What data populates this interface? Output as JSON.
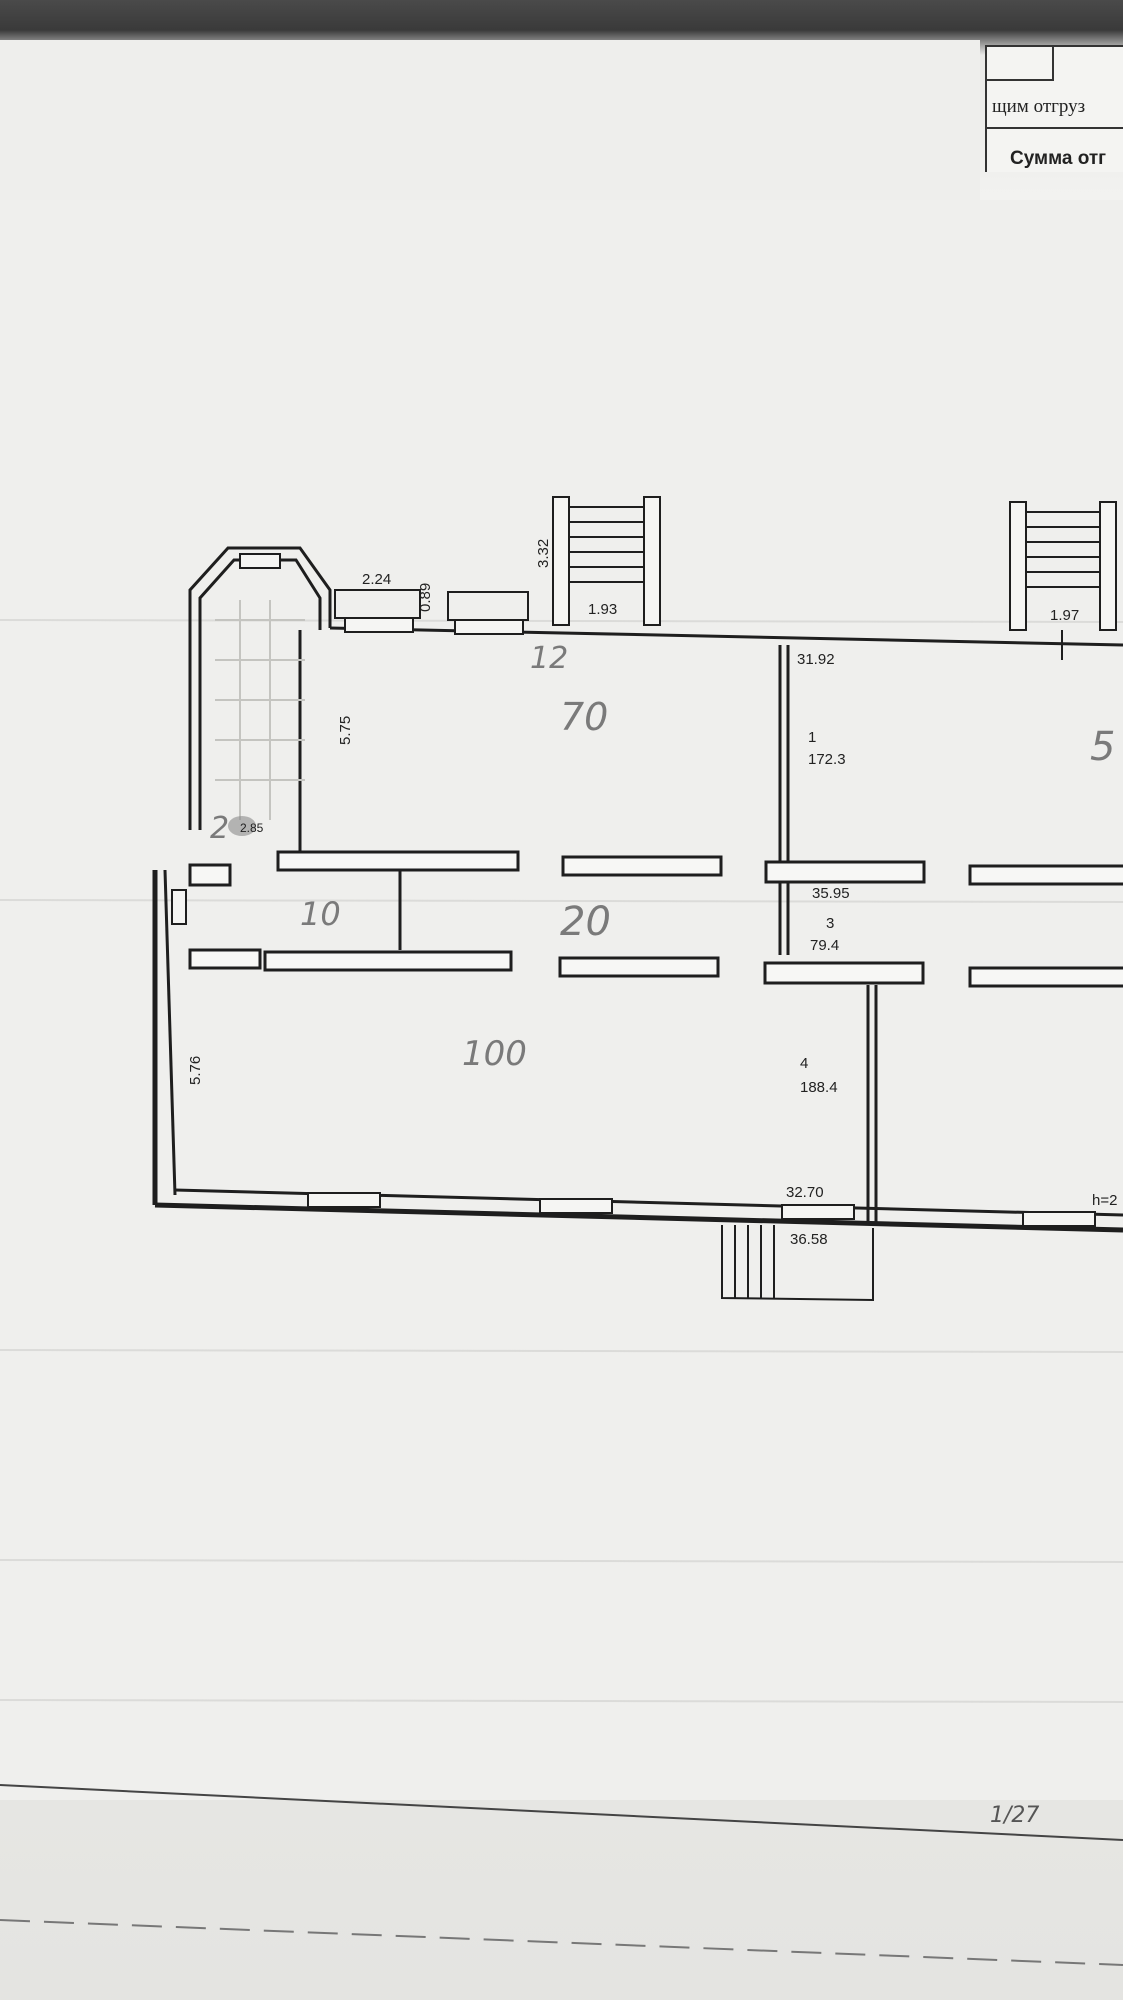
{
  "document": {
    "back_sheet": {
      "row1_text": "щим отгруз",
      "row2_text": "Сумма отг"
    },
    "plan": {
      "dimensions": {
        "porch_left_width": "2.24",
        "porch_gap": "0.89",
        "stair_left_height": "3.32",
        "stair_left_width": "1.93",
        "stair_right_width": "1.97",
        "north_wall_length": "31.92",
        "room2_height": "5.75",
        "room4_height": "5.76",
        "corridor_length": "35.95",
        "south_wall_inner": "32.70",
        "south_wall_outer": "36.58",
        "height_label": "h=2",
        "stair_room_area": "2.85"
      },
      "rooms": [
        {
          "number": "1",
          "area": "172.3"
        },
        {
          "number": "3",
          "area": "79.4"
        },
        {
          "number": "4",
          "area": "188.4"
        }
      ],
      "handwritten": {
        "top": "12",
        "room_upper": "70",
        "corridor": "20",
        "small_room": "10",
        "lower_room": "100",
        "stair_room": "2",
        "right_edge": "5",
        "bottom_note": "1/27"
      }
    }
  }
}
